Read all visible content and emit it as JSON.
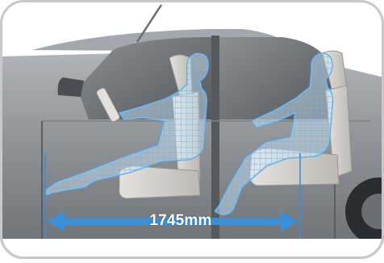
{
  "dimension": {
    "label": "1745mm",
    "value_mm": 1745
  },
  "colors": {
    "arrow": "#3a8fd6",
    "mannequin": "#6ab8ee",
    "seat": "#d6d4d0",
    "body_paint": "#8f9296",
    "glass": "#6d7074"
  },
  "icons": {
    "vehicle": "pickup-truck-side-view",
    "occupant_front": "driver-mannequin",
    "occupant_rear": "rear-passenger-mannequin"
  }
}
